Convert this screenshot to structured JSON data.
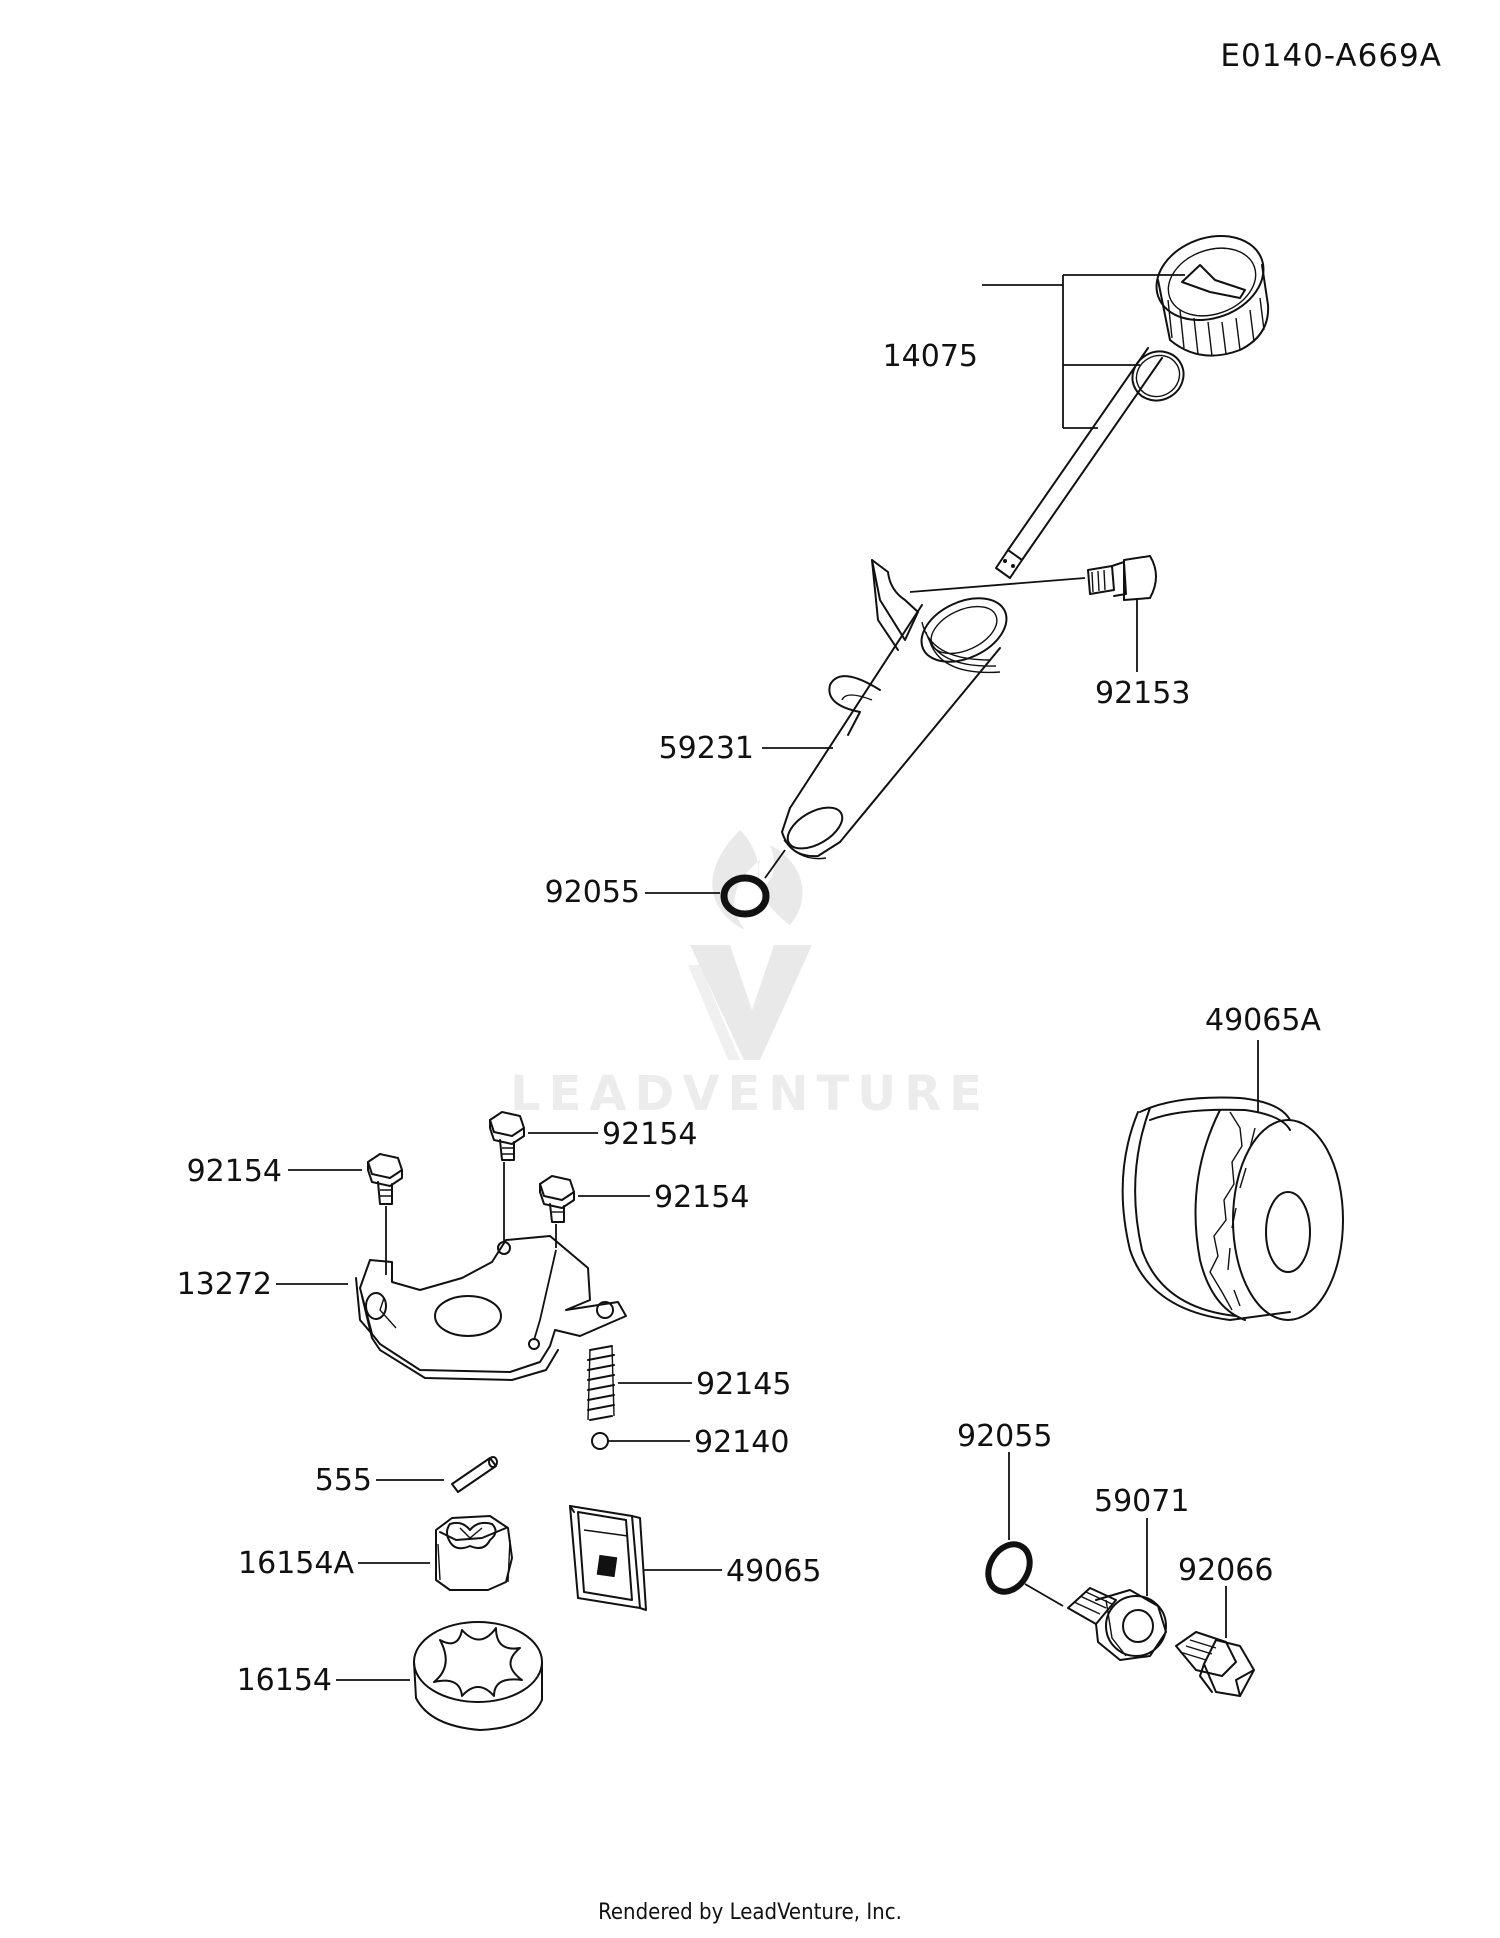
{
  "diagram_code": "E0140-A669A",
  "footer": "Rendered by LeadVenture, Inc.",
  "watermark": "LEADVENTURE",
  "parts": {
    "p14075": "14075",
    "p92153": "92153",
    "p59231": "59231",
    "p92055_top": "92055",
    "p49065A": "49065A",
    "p92154_a": "92154",
    "p92154_b": "92154",
    "p92154_c": "92154",
    "p13272": "13272",
    "p92145": "92145",
    "p92140": "92140",
    "p555": "555",
    "p16154A": "16154A",
    "p49065": "49065",
    "p16154": "16154",
    "p92055_bottom": "92055",
    "p59071": "59071",
    "p92066": "92066"
  }
}
